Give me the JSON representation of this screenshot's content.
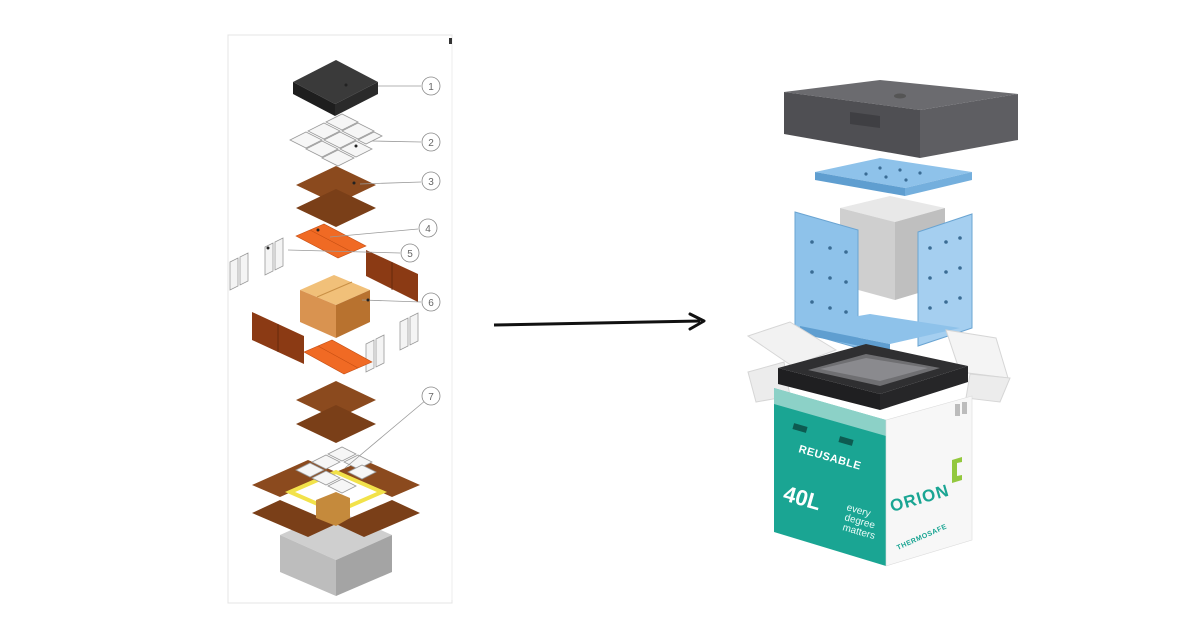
{
  "left_diagram": {
    "callouts": [
      "1",
      "2",
      "3",
      "4",
      "5",
      "6",
      "7"
    ]
  },
  "right_product": {
    "front_label": "REUSABLE",
    "volume_label": "40L",
    "tagline_line1": "every",
    "tagline_line2": "degree",
    "tagline_line3": "matters",
    "brand_name": "ORION",
    "maker_name": "THERMOSAFE"
  },
  "colors": {
    "brown": "#8b4a1e",
    "orange": "#f06a24",
    "lid_dark": "#2e2e2e",
    "foam_blue": "#8ec2ea",
    "lid_gray": "#5b5b5f",
    "teal": "#1aa593",
    "highlight_yellow": "#f2e24a"
  }
}
